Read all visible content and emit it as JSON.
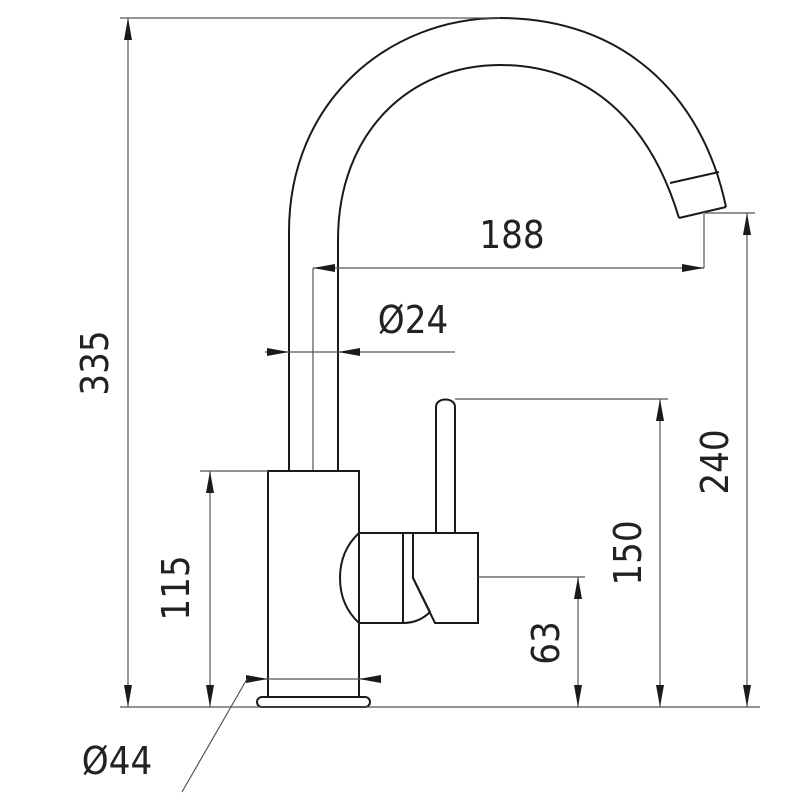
{
  "drawing": {
    "subject": "faucet",
    "dimensions": {
      "total_height": "335",
      "spout_reach": "188",
      "spout_diameter": "Ø24",
      "spout_outlet_height": "240",
      "lever_height": "150",
      "body_height": "115",
      "handle_axis_height": "63",
      "base_diameter": "Ø44"
    }
  }
}
